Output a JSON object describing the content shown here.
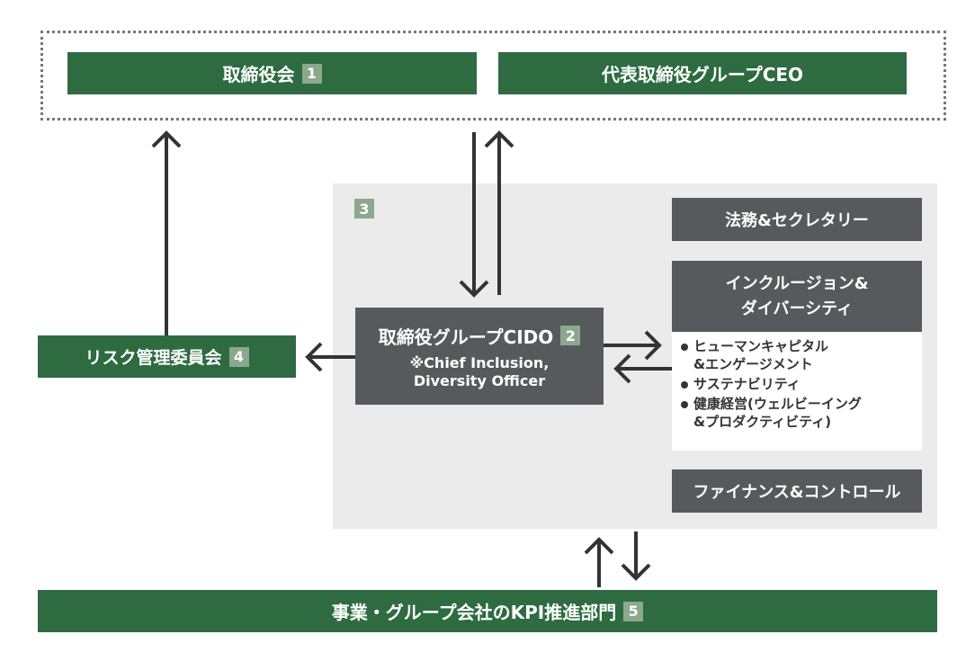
{
  "board": {
    "label": "取締役会",
    "badge": "1"
  },
  "ceo": {
    "label": "代表取締役グループCEO"
  },
  "panel_badge": "3",
  "cido": {
    "title": "取締役グループCIDO",
    "badge": "2",
    "note_line1": "※Chief Inclusion,",
    "note_line2": "Diversity Officer"
  },
  "risk": {
    "label": "リスク管理委員会",
    "badge": "4"
  },
  "legal": {
    "label": "法務&セクレタリー"
  },
  "inclusion": {
    "line1": "インクルージョン&",
    "line2": "ダイバーシティ",
    "items": [
      {
        "line1": "ヒューマンキャピタル",
        "line2": "&エンゲージメント"
      },
      {
        "line1": "サステナビリティ",
        "line2": ""
      },
      {
        "line1": "健康経営(ウェルビーイング",
        "line2": "&プロダクティビティ)"
      }
    ]
  },
  "finance": {
    "label": "ファイナンス&コントロール"
  },
  "kpi": {
    "label": "事業・グループ会社のKPI推進部門",
    "badge": "5"
  },
  "colors": {
    "green": "#2e6b41",
    "dark_gray": "#575a5d",
    "badge": "#8ba98d",
    "panel": "#ebebeb",
    "arrow": "#333333"
  }
}
